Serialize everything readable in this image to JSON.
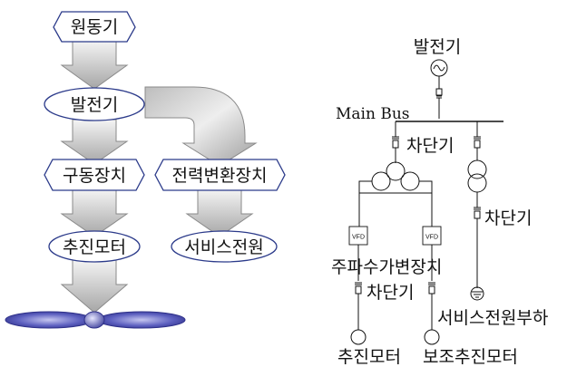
{
  "left_flow": {
    "prime_mover": "원동기",
    "generator": "발전기",
    "drive_unit": "구동장치",
    "propulsion_motor": "추진모터",
    "power_converter": "전력변환장치",
    "service_power": "서비스전원"
  },
  "right_diagram": {
    "generator_label": "발전기",
    "main_bus_label": "Main Bus",
    "breaker_top": "차단기",
    "breaker_mid": "차단기",
    "breaker_bottom": "차단기",
    "vfd_left": "VFD",
    "vfd_right": "VFD",
    "vfd_caption": "주파수가변장치",
    "service_load": "서비스전원부하",
    "propulsion_motor": "추진모터",
    "aux_propulsion_motor": "보조추진모터"
  },
  "colors": {
    "node_border": "#2b3a8a",
    "arrow_light": "#ffffff",
    "arrow_dark": "#a9a9a9",
    "propeller": "#4c4fae",
    "line": "#111111"
  }
}
